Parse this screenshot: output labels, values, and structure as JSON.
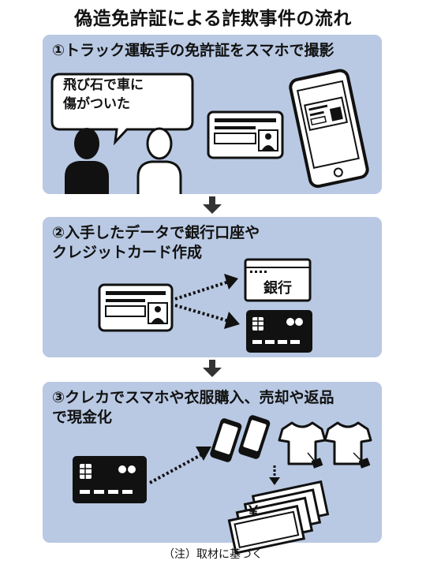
{
  "title": "偽造免許証による詐欺事件の流れ",
  "steps": [
    {
      "line1": "①トラック運転手の免許証をスマホで撮影"
    },
    {
      "line1": "②入手したデータで銀行口座や",
      "line2": "クレジットカード作成"
    },
    {
      "line1": "③クレカでスマホや衣服購入、売却や返品",
      "line2": "で現金化"
    }
  ],
  "bubble": {
    "line1": "飛び石で車に",
    "line2": "傷がついた"
  },
  "bank_label": "銀行",
  "yen_symbol": "￥",
  "note": "（注）取材に基づく",
  "colors": {
    "panel": "#b9c9e3",
    "arrow": "#333333",
    "ink": "#111111"
  }
}
